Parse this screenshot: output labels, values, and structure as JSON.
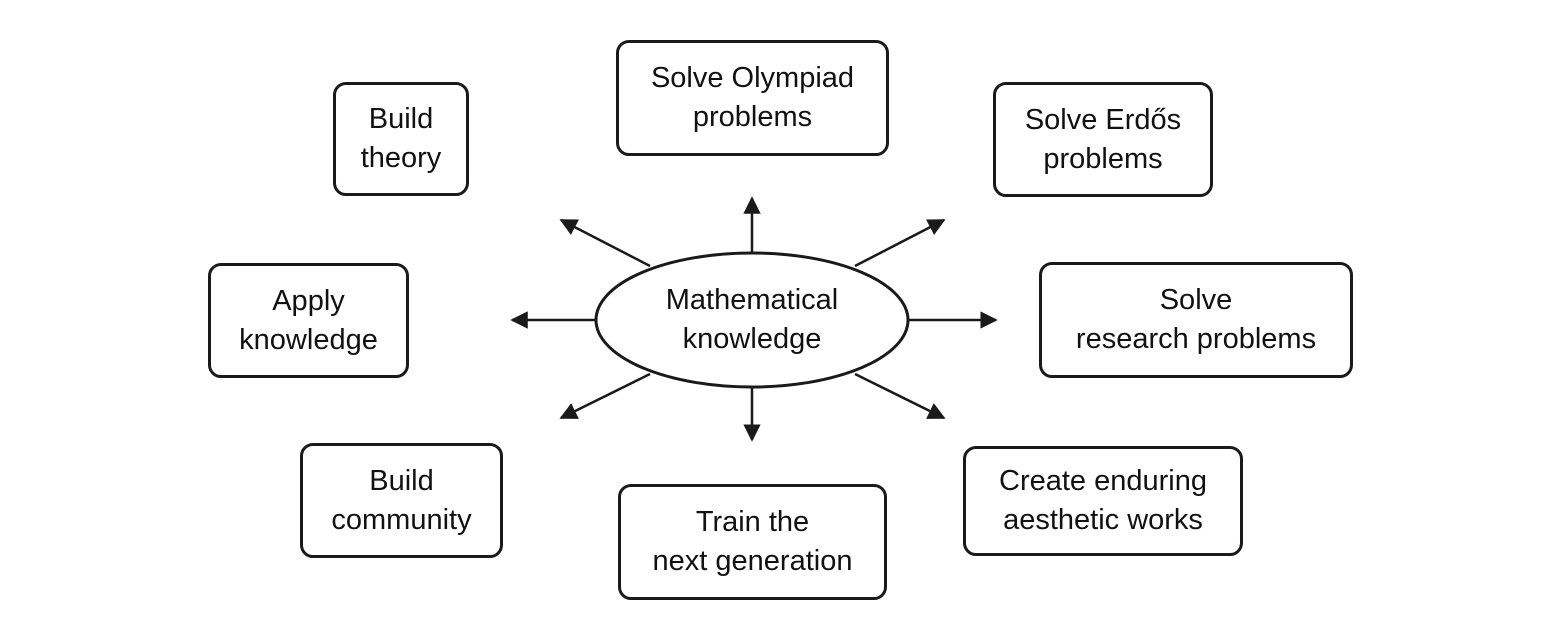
{
  "diagram": {
    "center": {
      "line1": "Mathematical",
      "line2": "knowledge"
    },
    "nodes": {
      "build_theory": {
        "line1": "Build",
        "line2": "theory"
      },
      "solve_olympiad": {
        "line1": "Solve Olympiad",
        "line2": "problems"
      },
      "solve_erdos": {
        "line1": "Solve Erdős",
        "line2": "problems"
      },
      "apply_knowledge": {
        "line1": "Apply",
        "line2": "knowledge"
      },
      "solve_research": {
        "line1": "Solve",
        "line2": "research problems"
      },
      "build_community": {
        "line1": "Build",
        "line2": "community"
      },
      "train_next_generation": {
        "line1": "Train the",
        "line2": "next generation"
      },
      "create_aesthetic_works": {
        "line1": "Create enduring",
        "line2": "aesthetic works"
      }
    },
    "colors": {
      "stroke": "#1a1a1a",
      "text": "#111111",
      "background": "#ffffff"
    }
  }
}
